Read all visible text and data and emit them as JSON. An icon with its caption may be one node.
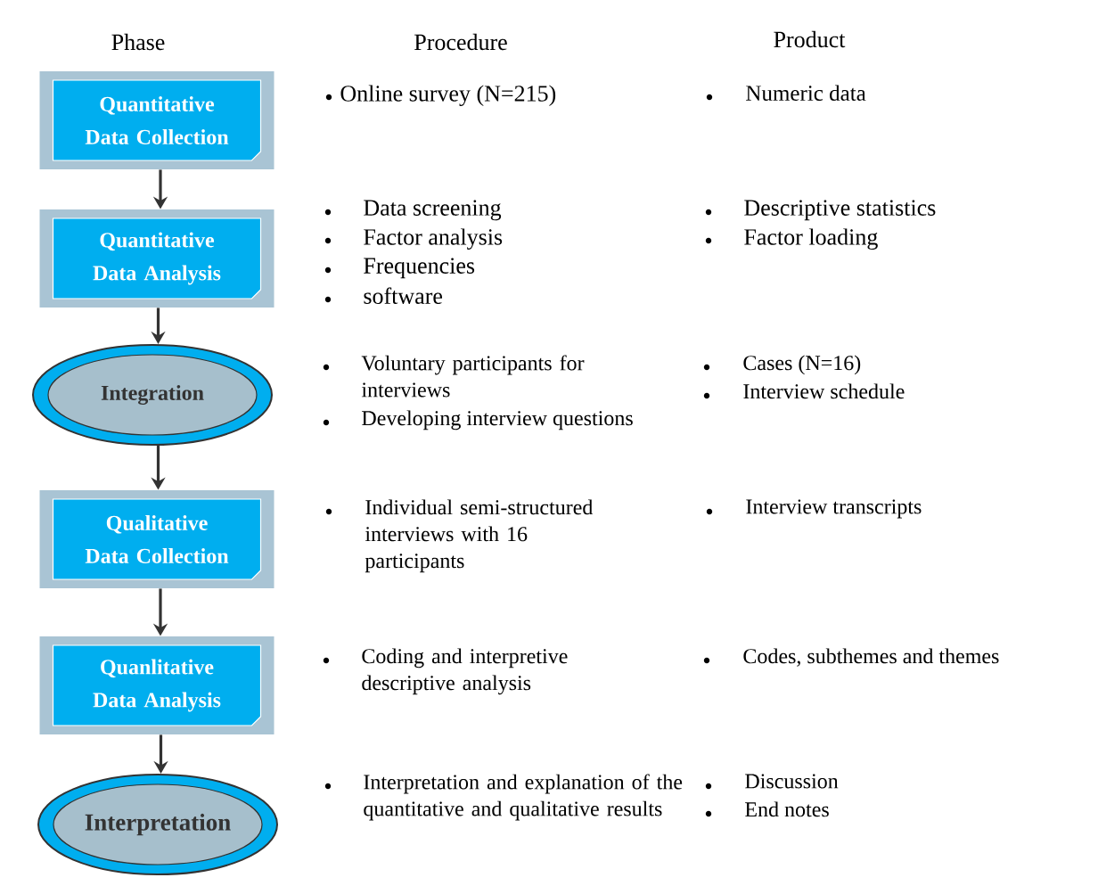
{
  "diagram": {
    "nodes": [
      {
        "text": [
          "Quantitative Data Collection"
        ]
      },
      {
        "text": [
          "Quantitative Data Analysis"
        ]
      },
      {
        "text": [
          "Integration"
        ]
      },
      {
        "text": [
          "Qualitative Data Collection"
        ]
      },
      {
        "text": [
          "Quanlitative Data Analysis"
        ]
      },
      {
        "text": [
          "Interpretation"
        ]
      }
    ],
    "edges": [
      {
        "from": 0,
        "to": 1,
        "arrow": "to"
      },
      {
        "from": 1,
        "to": 2,
        "arrow": "to"
      },
      {
        "from": 2,
        "to": 3,
        "arrow": "to"
      },
      {
        "from": 3,
        "to": 4,
        "arrow": "to"
      },
      {
        "from": 4,
        "to": 5,
        "arrow": "to"
      }
    ],
    "labels": [
      "Phase",
      "Procedure",
      "Product",
      "Online survey (N=215)",
      "Numeric data",
      "Data screening",
      "Factor analysis",
      "Frequencies",
      "software",
      "Descriptive statistics",
      "Factor loading",
      "Voluntary participants for interviews",
      "Developing interview questions",
      "Cases (N=16)",
      "Interview schedule",
      "Individual semi-structured interviews with 16 participants",
      "Interview transcripts",
      "Coding and interpretive descriptive analysis",
      "Codes, subthemes and themes",
      "Interpretation and explanation of the quantitative and qualitative results",
      "Discussion",
      "End notes"
    ]
  }
}
